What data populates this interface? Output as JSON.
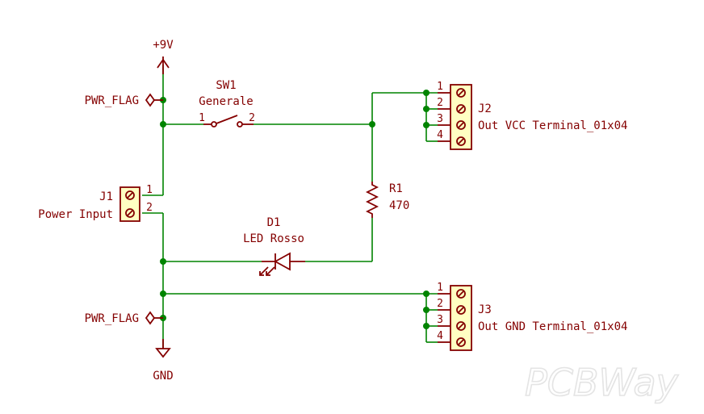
{
  "power": {
    "vcc_label": "+9V",
    "gnd_label": "GND",
    "flag_top": "PWR_FLAG",
    "flag_bottom": "PWR_FLAG"
  },
  "switch": {
    "ref": "SW1",
    "value": "Generale",
    "pin1": "1",
    "pin2": "2"
  },
  "j1": {
    "ref": "J1",
    "value": "Power Input",
    "pins": [
      "1",
      "2"
    ]
  },
  "r1": {
    "ref": "R1",
    "value": "470"
  },
  "d1": {
    "ref": "D1",
    "value": "LED Rosso"
  },
  "j2": {
    "ref": "J2",
    "value": "Out VCC Terminal_01x04",
    "pins": [
      "1",
      "2",
      "3",
      "4"
    ]
  },
  "j3": {
    "ref": "J3",
    "value": "Out GND Terminal_01x04",
    "pins": [
      "1",
      "2",
      "3",
      "4"
    ]
  },
  "watermark": "PCBWay",
  "colors": {
    "wire": "#008400",
    "symbol": "#840000",
    "symbol_fill": "#ffffc2",
    "background": "#ffffff"
  }
}
